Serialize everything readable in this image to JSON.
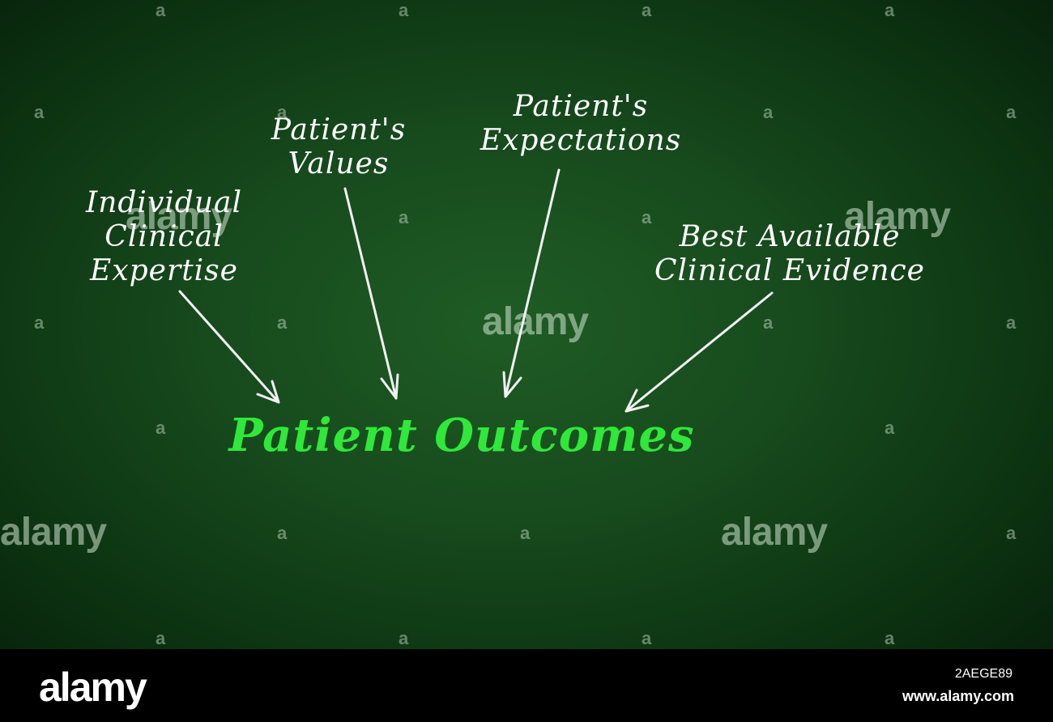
{
  "diagram": {
    "center": "Patient Outcomes",
    "inputs": [
      {
        "lines": [
          "Individual",
          "Clinical",
          "Expertise"
        ]
      },
      {
        "lines": [
          "Patient's",
          "Values"
        ]
      },
      {
        "lines": [
          "Patient's",
          "Expectations"
        ]
      },
      {
        "lines": [
          "Best Available",
          "Clinical Evidence"
        ]
      }
    ]
  },
  "watermark": {
    "brand": "alamy",
    "mark": "a"
  },
  "footer": {
    "logo": "alamy",
    "image_id": "2AEGE89",
    "url": "www.alamy.com"
  },
  "colors": {
    "background": "#174a1d",
    "center_text": "#2fe83a",
    "label_text": "#ffffff"
  }
}
